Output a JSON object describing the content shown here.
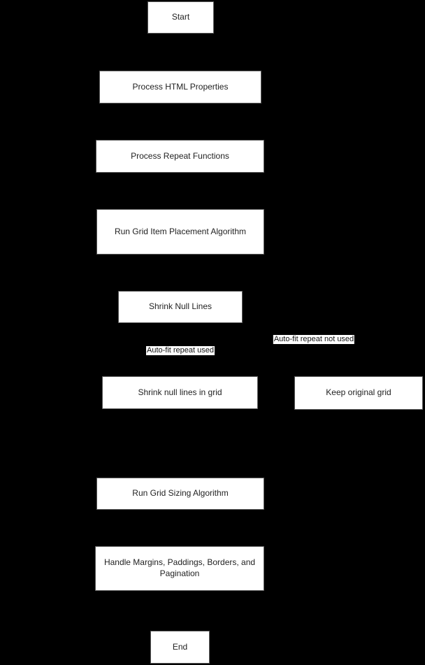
{
  "flowchart": {
    "nodes": [
      {
        "id": "start",
        "label": "Start"
      },
      {
        "id": "process-html-properties",
        "label": "Process HTML Properties"
      },
      {
        "id": "process-repeat-functions",
        "label": "Process Repeat Functions"
      },
      {
        "id": "run-grid-item-placement-algorithm",
        "label": "Run Grid Item Placement Algorithm"
      },
      {
        "id": "shrink-null-lines",
        "label": "Shrink Null Lines"
      },
      {
        "id": "shrink-null-lines-in-grid",
        "label": "Shrink null lines in grid"
      },
      {
        "id": "keep-original-grid",
        "label": "Keep original grid"
      },
      {
        "id": "run-grid-sizing-algorithm",
        "label": "Run Grid Sizing Algorithm"
      },
      {
        "id": "handle-margins-paddings-borders-pagination",
        "label": "Handle Margins, Paddings, Borders, and Pagination"
      },
      {
        "id": "end",
        "label": "End"
      }
    ],
    "edge_labels": [
      {
        "id": "auto-fit-repeat-used",
        "label": "Auto-fit repeat used"
      },
      {
        "id": "auto-fit-repeat-not-used",
        "label": "Auto-fit repeat not used"
      }
    ],
    "colors": {
      "background": "#000000",
      "node_fill": "#ffffff",
      "node_border": "#5c5c5c",
      "node_text": "#222222"
    }
  }
}
